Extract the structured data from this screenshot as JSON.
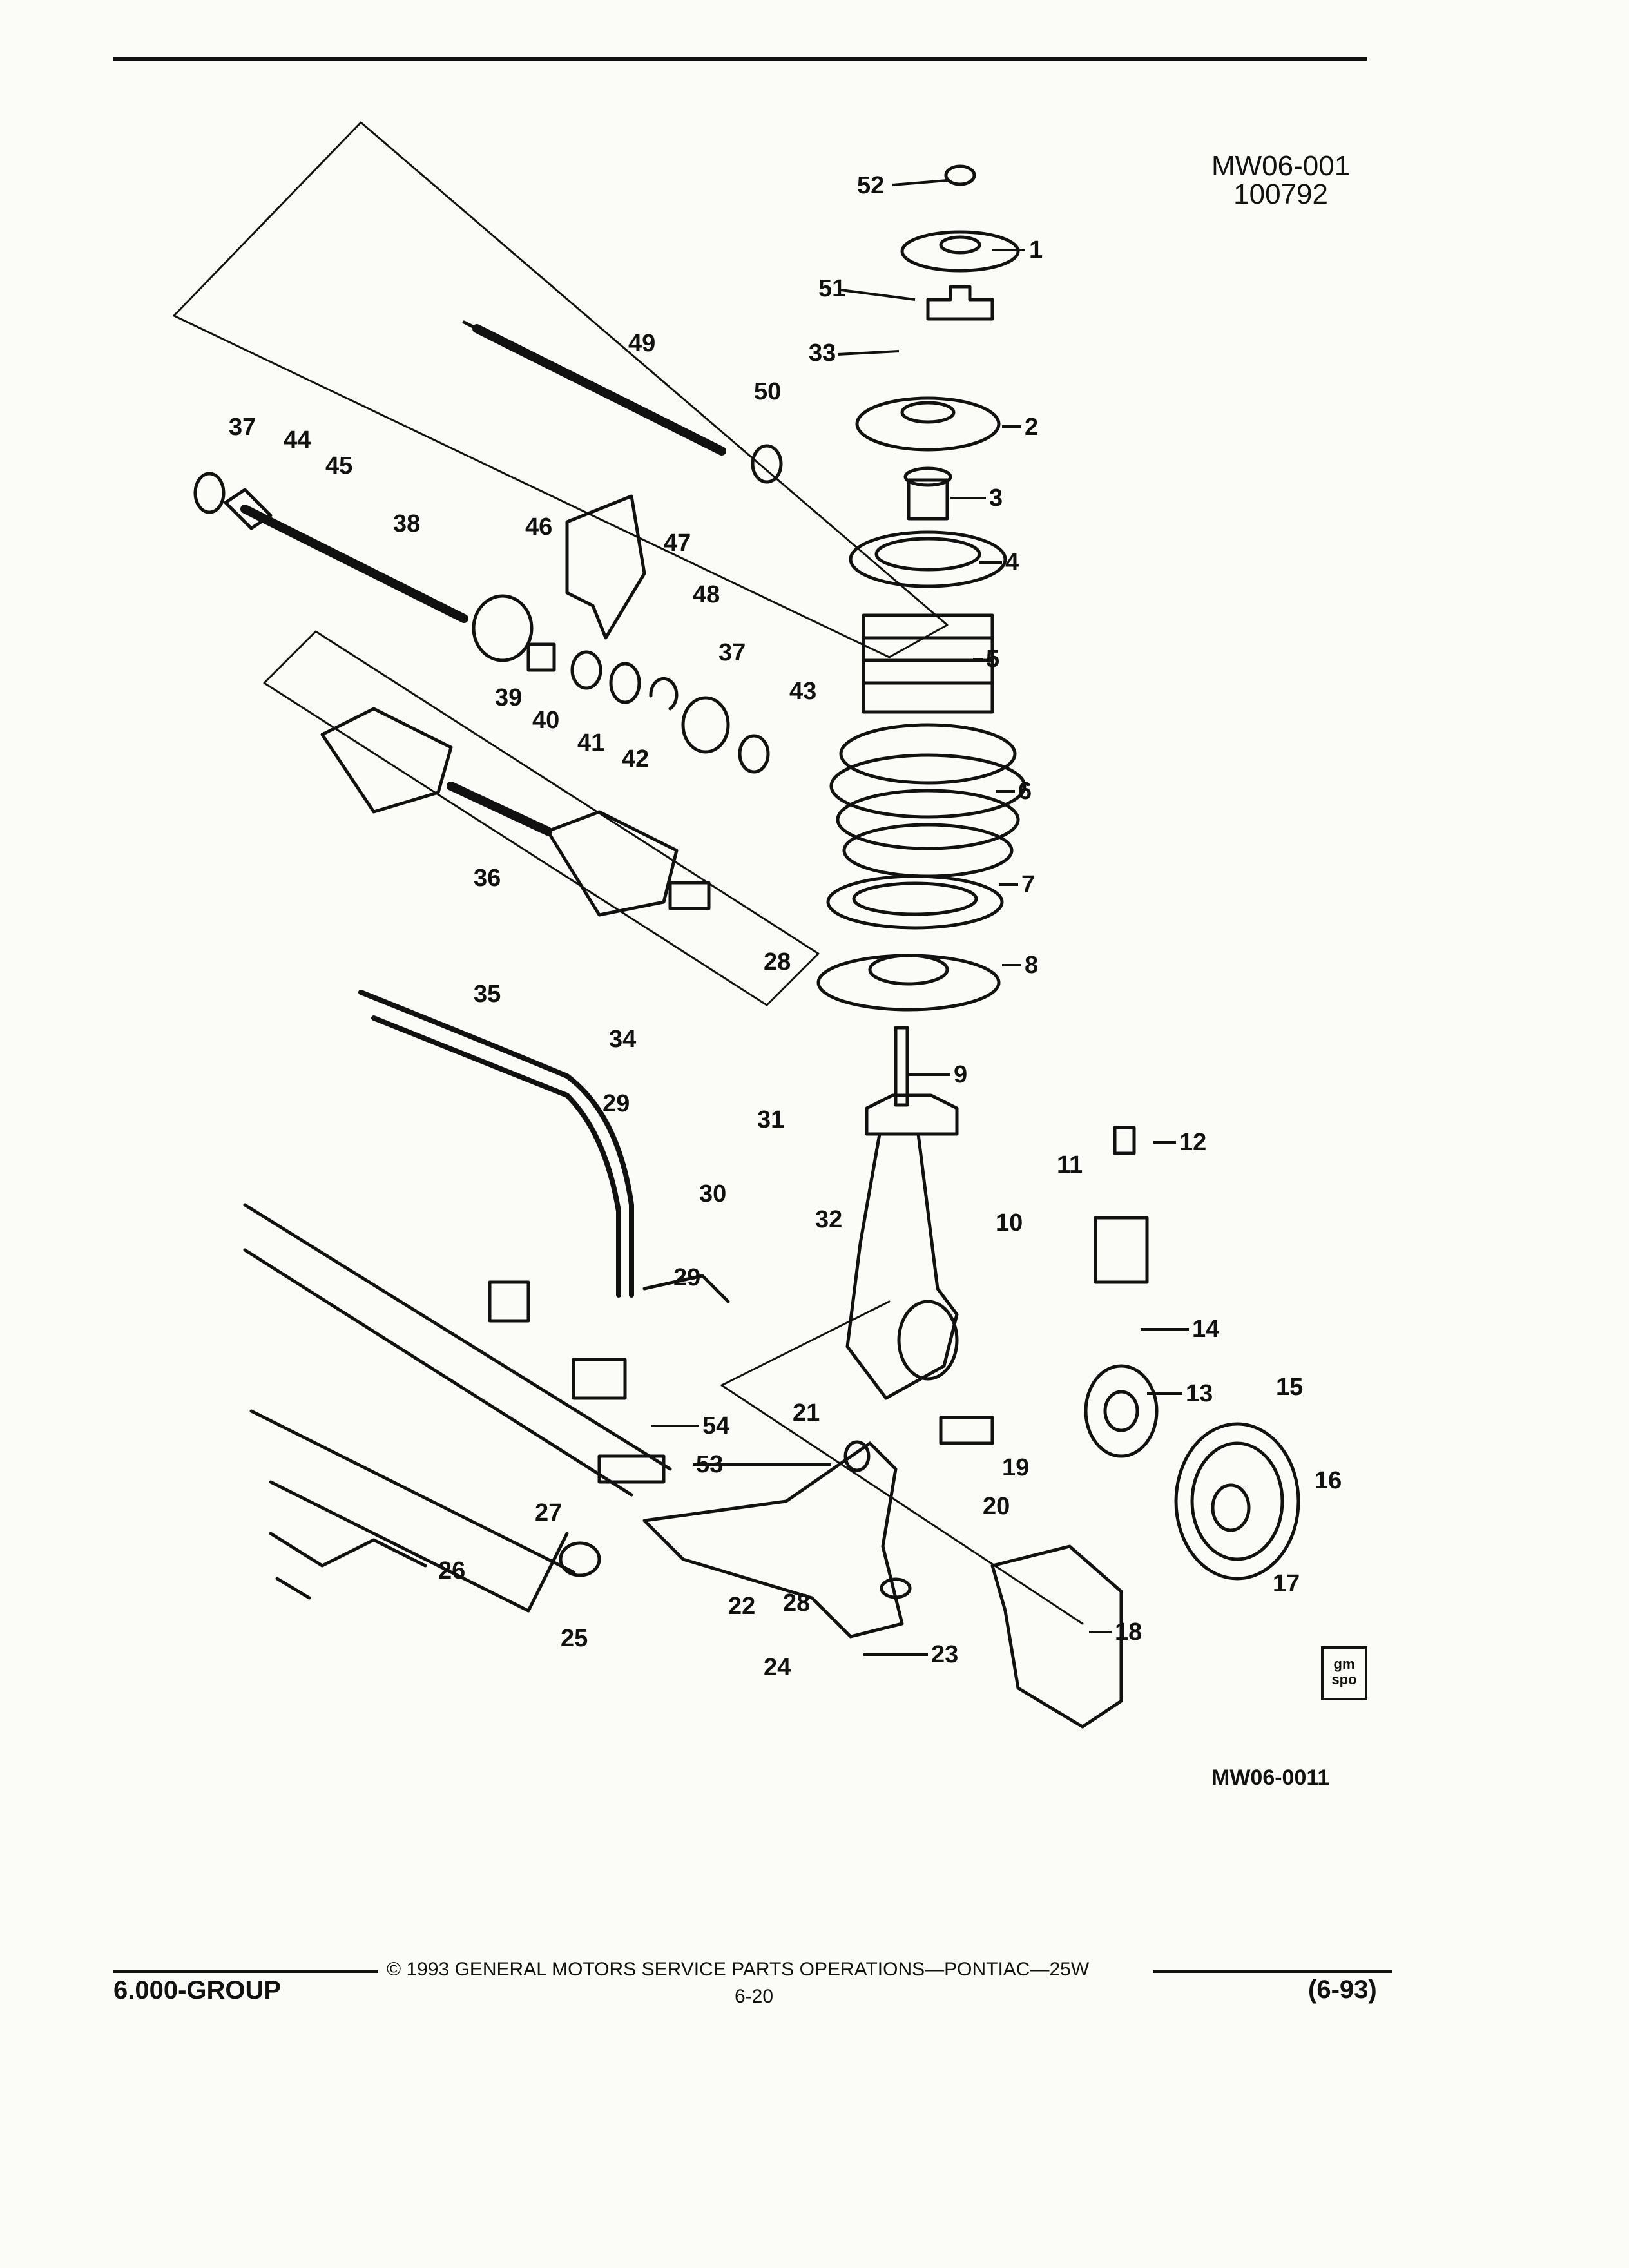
{
  "header": {
    "diagram_code_top": "MW06-001",
    "diagram_date": "100792",
    "diagram_code_bottom": "MW06-0011",
    "logo_text": "gm spo"
  },
  "footer": {
    "group": "6.000-GROUP",
    "copyright": "© 1993 GENERAL MOTORS SERVICE PARTS OPERATIONS—PONTIAC—25W",
    "page": "6-20",
    "revision": "(6-93)"
  },
  "callouts": [
    "1",
    "2",
    "3",
    "4",
    "5",
    "6",
    "7",
    "8",
    "9",
    "10",
    "11",
    "12",
    "13",
    "14",
    "15",
    "16",
    "17",
    "18",
    "19",
    "20",
    "21",
    "22",
    "23",
    "24",
    "25",
    "26",
    "27",
    "28",
    "29",
    "30",
    "31",
    "32",
    "33",
    "34",
    "35",
    "36",
    "37",
    "38",
    "39",
    "40",
    "41",
    "42",
    "43",
    "44",
    "45",
    "46",
    "47",
    "48",
    "49",
    "50",
    "51",
    "52",
    "53",
    "54",
    "37",
    "28",
    "29"
  ],
  "colors": {
    "ink": "#111111",
    "paper": "#fbfbf8"
  }
}
